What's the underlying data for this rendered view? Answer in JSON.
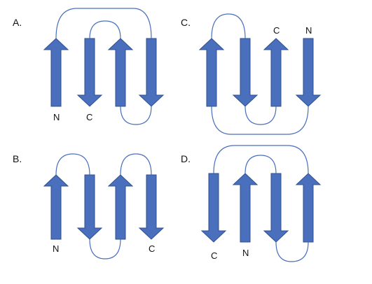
{
  "colors": {
    "strand_fill": "#4a6fbd",
    "strand_stroke": "#2f4f8f",
    "connector": "#4a6fbd",
    "text": "#111111",
    "background": "#ffffff"
  },
  "panels": [
    {
      "label": "A.",
      "strands": [
        "up",
        "down",
        "up",
        "down"
      ],
      "termini": {
        "n": "N",
        "c": "C"
      }
    },
    {
      "label": "C.",
      "strands": [
        "up",
        "down",
        "up",
        "down"
      ],
      "termini": {
        "n": "N",
        "c": "C"
      }
    },
    {
      "label": "B.",
      "strands": [
        "up",
        "down",
        "up",
        "down"
      ],
      "termini": {
        "n": "N",
        "c": "C"
      }
    },
    {
      "label": "D.",
      "strands": [
        "down",
        "up",
        "down",
        "up"
      ],
      "termini": {
        "n": "N",
        "c": "C"
      }
    }
  ]
}
